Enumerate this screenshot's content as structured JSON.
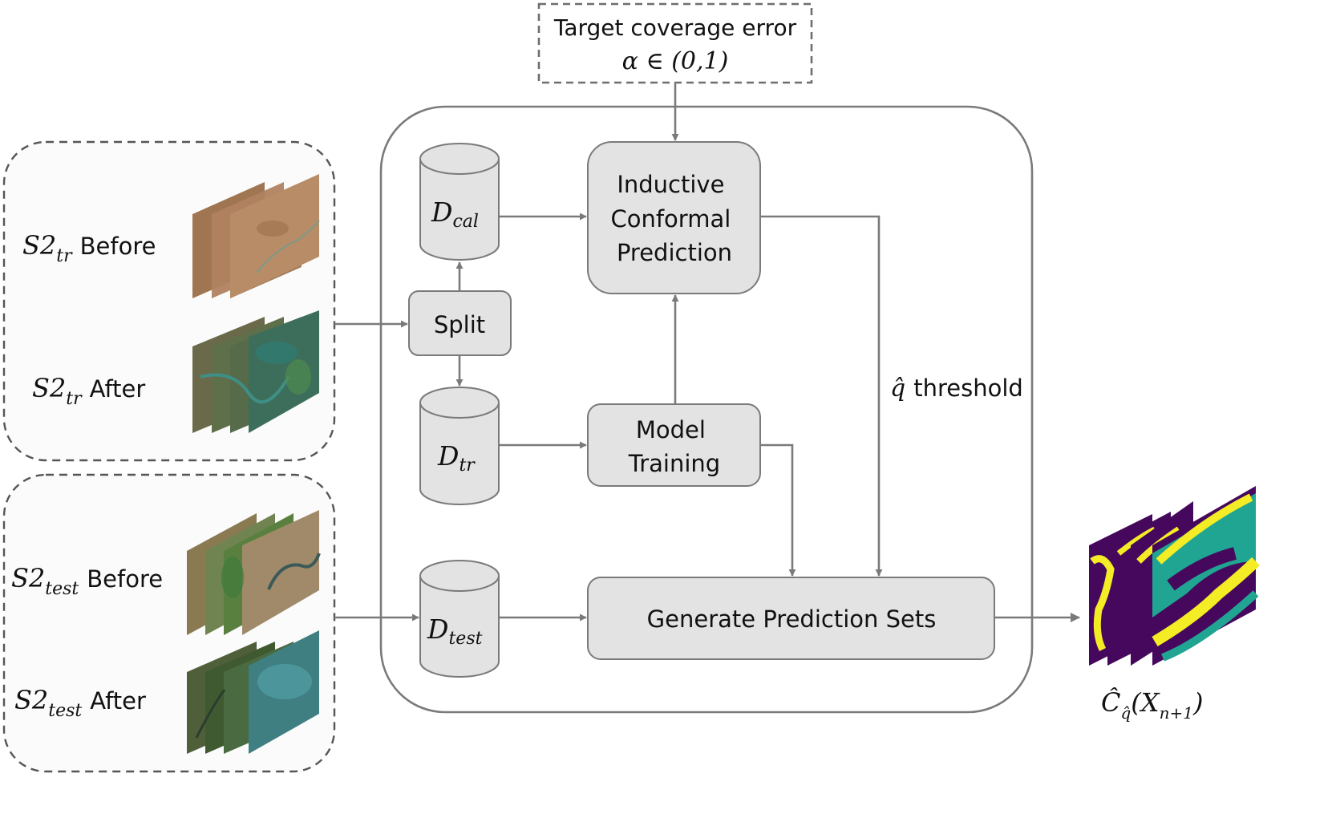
{
  "coverage": {
    "title": "Target coverage error",
    "formula": "α ∈ (0,1)"
  },
  "train_group": {
    "before_sym": "S2",
    "before_sub": "tr",
    "before_text": "Before",
    "after_sym": "S2",
    "after_sub": "tr",
    "after_text": "After"
  },
  "test_group": {
    "before_sym": "S2",
    "before_sub": "test",
    "before_text": "Before",
    "after_sym": "S2",
    "after_sub": "test",
    "after_text": "After"
  },
  "split": "Split",
  "datasets": {
    "cal_sym": "D",
    "cal_sub": "cal",
    "tr_sym": "D",
    "tr_sub": "tr",
    "test_sym": "D",
    "test_sub": "test"
  },
  "icp": [
    "Inductive",
    "Conformal",
    "Prediction"
  ],
  "model": [
    "Model",
    "Training"
  ],
  "generate": "Generate Prediction Sets",
  "threshold": {
    "sym": "q̂",
    "text": "threshold"
  },
  "output": {
    "sym": "Ĉ",
    "sub": "q̂",
    "arg": "(X",
    "arg_sub": "n+1",
    "close": ")"
  },
  "colors": {
    "box_fill": "#e3e3e3",
    "stroke": "#7a7a7a",
    "mask_purple": "#46085c",
    "mask_yellow": "#f4ec25",
    "mask_teal": "#20a593"
  },
  "icons": {
    "before_images": "satellite-image-stack-before",
    "after_images": "satellite-image-stack-after",
    "output_masks": "segmentation-mask-stack"
  }
}
